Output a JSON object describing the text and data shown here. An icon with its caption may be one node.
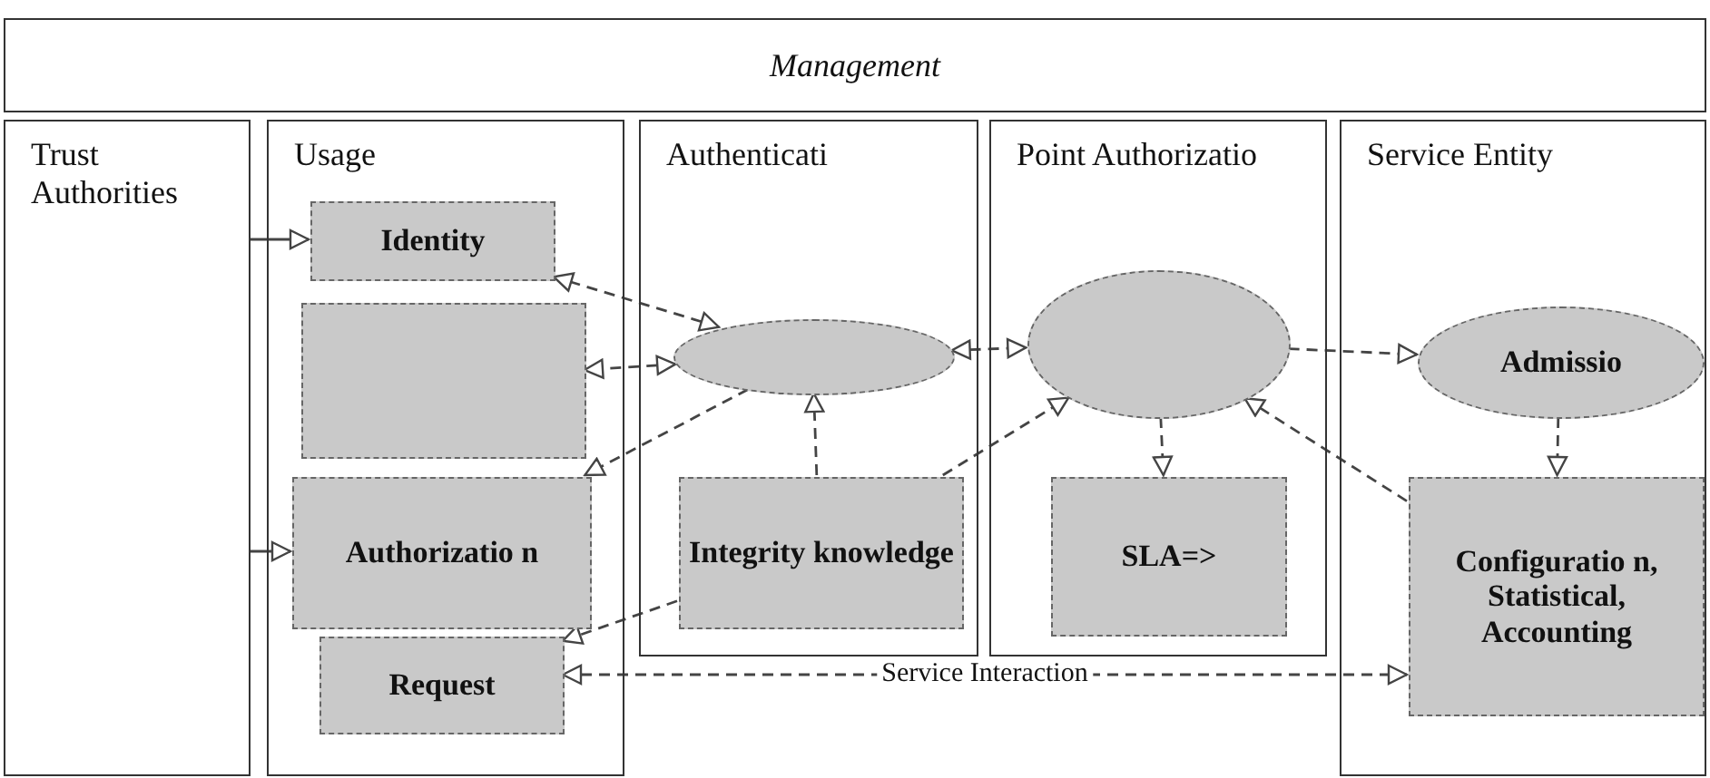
{
  "diagram": {
    "nodes": [
      {
        "text": [
          "Management"
        ]
      },
      {
        "text": [
          "Trust Authorities"
        ]
      },
      {
        "text": [
          "Usage"
        ]
      },
      {
        "text": [
          "Identity"
        ],
        "in": 2
      },
      {
        "text": [],
        "shape": "box",
        "in": 2
      },
      {
        "text": [
          "Authorizatio n"
        ],
        "in": 2
      },
      {
        "text": [
          "Request"
        ],
        "in": 2
      },
      {
        "text": [
          "Authenticati"
        ]
      },
      {
        "text": [],
        "shape": "ellipse",
        "in": 7
      },
      {
        "text": [
          "Integrity knowledge"
        ],
        "in": 7
      },
      {
        "text": [
          "Point Authorizatio"
        ]
      },
      {
        "text": [],
        "shape": "ellipse",
        "in": 10
      },
      {
        "text": [
          "SLA=>"
        ],
        "in": 10
      },
      {
        "text": [
          "Service Entity"
        ]
      },
      {
        "text": [
          "Admissio"
        ],
        "in": 13
      },
      {
        "text": [
          "Configuratio n, Statistical, Accounting"
        ],
        "in": 13
      }
    ],
    "edges": [
      {
        "from": 1,
        "to": 3,
        "arrow": "to"
      },
      {
        "from": 1,
        "to": 5,
        "arrow": "to"
      },
      {
        "from": 8,
        "to": 3,
        "arrow": "both",
        "style": "dashed"
      },
      {
        "from": 8,
        "to": 4,
        "arrow": "both",
        "style": "dashed"
      },
      {
        "from": 8,
        "to": 5,
        "arrow": "to",
        "style": "dashed"
      },
      {
        "from": 9,
        "to": 8,
        "arrow": "to",
        "style": "dashed"
      },
      {
        "from": 9,
        "to": 6,
        "arrow": "to",
        "style": "dashed"
      },
      {
        "from": 8,
        "to": 11,
        "arrow": "both",
        "style": "dashed"
      },
      {
        "from": 9,
        "to": 11,
        "arrow": "to",
        "style": "dashed"
      },
      {
        "from": 11,
        "to": 12,
        "arrow": "to",
        "style": "dashed"
      },
      {
        "from": 11,
        "to": 14,
        "arrow": "to",
        "style": "dashed"
      },
      {
        "from": 15,
        "to": 11,
        "arrow": "to",
        "style": "dashed"
      },
      {
        "from": 14,
        "to": 15,
        "arrow": "to",
        "style": "dashed"
      },
      {
        "from": 6,
        "to": 15,
        "arrow": "both",
        "style": "dashed",
        "label": "Service Interaction"
      }
    ]
  }
}
